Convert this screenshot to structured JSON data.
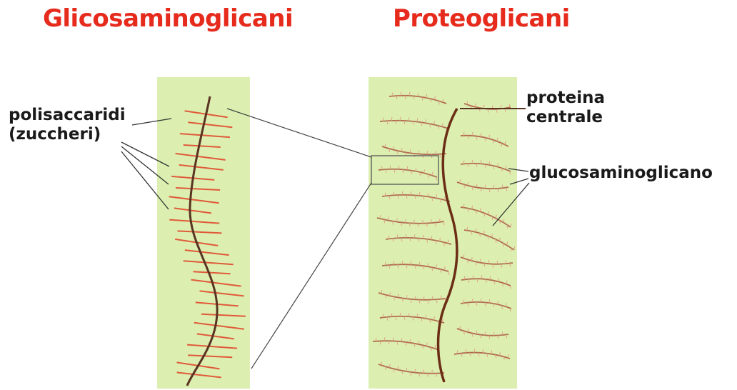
{
  "titles": {
    "left": "Glicosaminoglicani",
    "right": "Proteoglicani"
  },
  "labels": {
    "polysaccharides_line1": "polisaccaridi",
    "polysaccharides_line2": "(zuccheri)",
    "core_protein_line1": "proteina",
    "core_protein_line2": "centrale",
    "glycosaminoglycan": "glucosaminoglicano"
  },
  "colors": {
    "title": "#e62a1c",
    "panel_background": "#dcefb0",
    "backbone": "#5a3322",
    "sugar_sidechains": "#e05a3a",
    "gag_chains": "#b06b4f",
    "leader_lines": "#333333"
  }
}
